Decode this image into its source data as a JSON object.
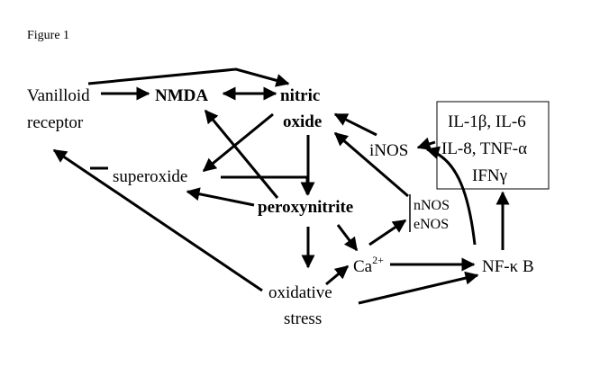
{
  "figure_label": "Figure 1",
  "nodes": {
    "vanilloid_line1": "Vanilloid",
    "vanilloid_line2": "receptor",
    "nmda": "NMDA",
    "nitric_line1": "nitric",
    "nitric_line2": "oxide",
    "superoxide": "superoxide",
    "peroxynitrite": "peroxynitrite",
    "inos": "iNOS",
    "nnos": "nNOS",
    "enos": "eNOS",
    "calcium_base": "Ca",
    "calcium_sup": "2+",
    "nfkb": "NF-κ B",
    "oxidative_line1": "oxidative",
    "oxidative_line2": "stress",
    "cytokine_line1": "IL-1β, IL-6",
    "cytokine_line2": "IL-8, TNF-α",
    "cytokine_line3": "IFNγ"
  },
  "colors": {
    "ink": "#000000",
    "background": "#ffffff"
  }
}
